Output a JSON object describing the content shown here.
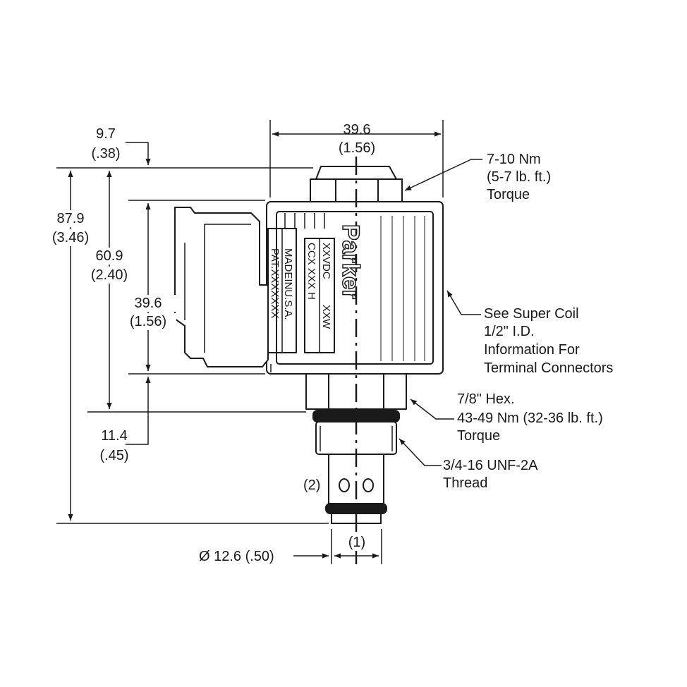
{
  "dimensions": {
    "width_top": {
      "mm": "39.6",
      "in": "(1.56)"
    },
    "offset_top": {
      "mm": "9.7",
      "in": "(.38)"
    },
    "overall_height": {
      "mm": "87.9",
      "in": "(3.46)"
    },
    "body_height": {
      "mm": "60.9",
      "in": "(2.40)"
    },
    "coil_height": {
      "mm": "39.6",
      "in": "(1.56)"
    },
    "hex_height": {
      "mm": "11.4",
      "in": "(.45)"
    },
    "diameter": "Ø 12.6 (.50)"
  },
  "callouts": {
    "nut_torque": [
      "7-10 Nm",
      "(5-7 lb. ft.)",
      "Torque"
    ],
    "coil_note": [
      "See Super Coil",
      "1/2\" I.D.",
      "Information For",
      "Terminal Connectors"
    ],
    "hex": [
      "7/8\" Hex.",
      "43-49 Nm (32-36 lb. ft.)",
      "Torque"
    ],
    "thread": [
      "3/4-16 UNF-2A",
      "Thread"
    ]
  },
  "ports": {
    "port2": "(2)",
    "port1": "(1)"
  },
  "coil_markings": {
    "pat": "PAT.XXXXXXX",
    "made": "MADEINU.S.A.",
    "voltage": "XXVDC",
    "wattage": "XXW",
    "code": "CCX XXX H",
    "brand": "Parker"
  },
  "colors": {
    "line": "#1a1a1a",
    "background": "#ffffff"
  }
}
